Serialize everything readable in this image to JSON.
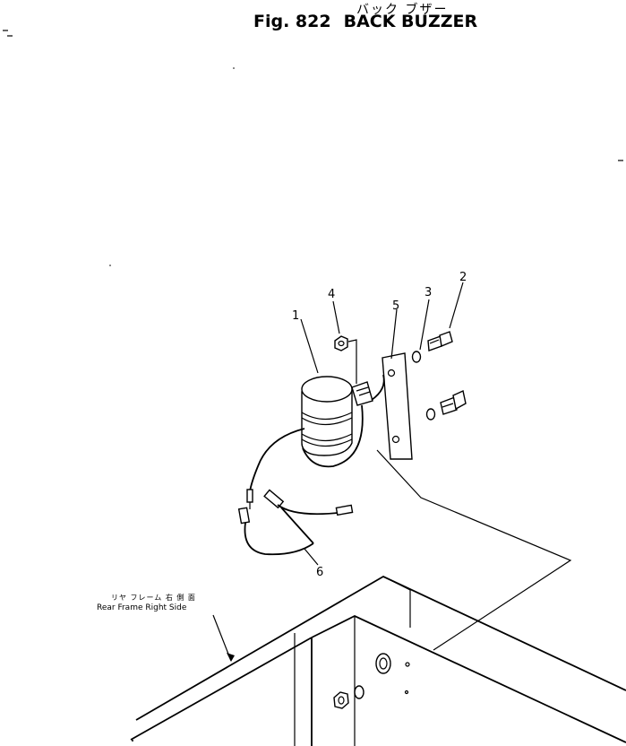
{
  "header": {
    "title_jp": "バック ブザー",
    "fig_label": "Fig. 822",
    "title_en": "BACK BUZZER"
  },
  "callouts": {
    "c1": "1",
    "c2": "2",
    "c3": "3",
    "c4": "4",
    "c5": "5",
    "c6": "6"
  },
  "frame_label": {
    "jp": "リヤ フレーム 右 側 面",
    "en": "Rear Frame Right Side"
  }
}
